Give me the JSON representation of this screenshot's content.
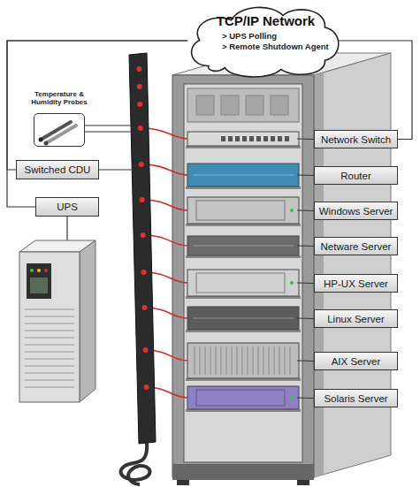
{
  "diagram": {
    "nodes": [
      {
        "text": [
          "TCP/IP Network",
          "> UPS Polling",
          "> Remote Shutdown Agent"
        ]
      },
      {
        "text": [
          "Temperature & Humidity Probes"
        ]
      },
      {
        "text": [
          "Switched CDU"
        ]
      },
      {
        "text": [
          "UPS"
        ]
      },
      {
        "text": [
          "Network Switch"
        ]
      },
      {
        "text": [
          "Router"
        ]
      },
      {
        "text": [
          "Windows Server"
        ]
      },
      {
        "text": [
          "Netware Server"
        ]
      },
      {
        "text": [
          "HP-UX Server"
        ]
      },
      {
        "text": [
          "Linux Server"
        ]
      },
      {
        "text": [
          "AIX Server"
        ]
      },
      {
        "text": [
          "Solaris Server"
        ]
      }
    ],
    "edges": [
      {
        "from": 0,
        "to": 2,
        "arrow": "none"
      },
      {
        "from": 0,
        "to": 3,
        "arrow": "none"
      },
      {
        "from": 0,
        "to": 4,
        "arrow": "none"
      }
    ]
  }
}
